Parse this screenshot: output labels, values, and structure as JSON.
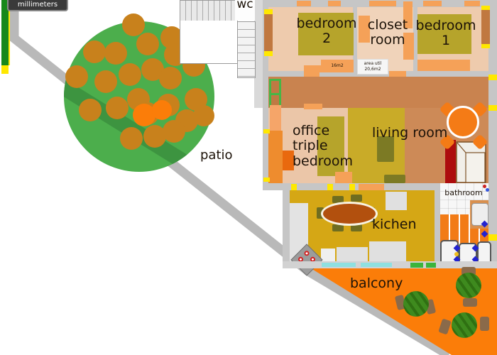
{
  "tooltip": {
    "label": "millimeters"
  },
  "outdoor": {
    "patio_label": "patio",
    "balcony_label": "balcony"
  },
  "stairwell": {
    "wc_label": "wc"
  },
  "rooms": {
    "bedroom2": {
      "label": "bedroom 2",
      "area": "16m2"
    },
    "closet": {
      "label": "closet room",
      "area_note": [
        "area util",
        "20,6m2"
      ]
    },
    "bedroom1": {
      "label": "bedroom 1"
    },
    "office": {
      "label": "office triple bedroom"
    },
    "living": {
      "label": "living room"
    },
    "kitchen": {
      "label": "kichen"
    },
    "bathroom": {
      "label": "bathroom"
    }
  },
  "colors": {
    "wall": "#c6c6c6",
    "bedroom_floor": "#eecbad",
    "corridor_floor": "#c9834f",
    "living_floor": "#cd8a57",
    "office_floor": "#ebc6a8",
    "kitchen_floor": "#d5a715",
    "bathroom_tile": "#f27b16",
    "balcony": "#fb7d09",
    "tree_canopy": "#4cae4c",
    "fruit": "#c8811c",
    "bed": "#b6a42b",
    "door_marker": "#ffe800",
    "accent_red": "#ad0d0d"
  }
}
